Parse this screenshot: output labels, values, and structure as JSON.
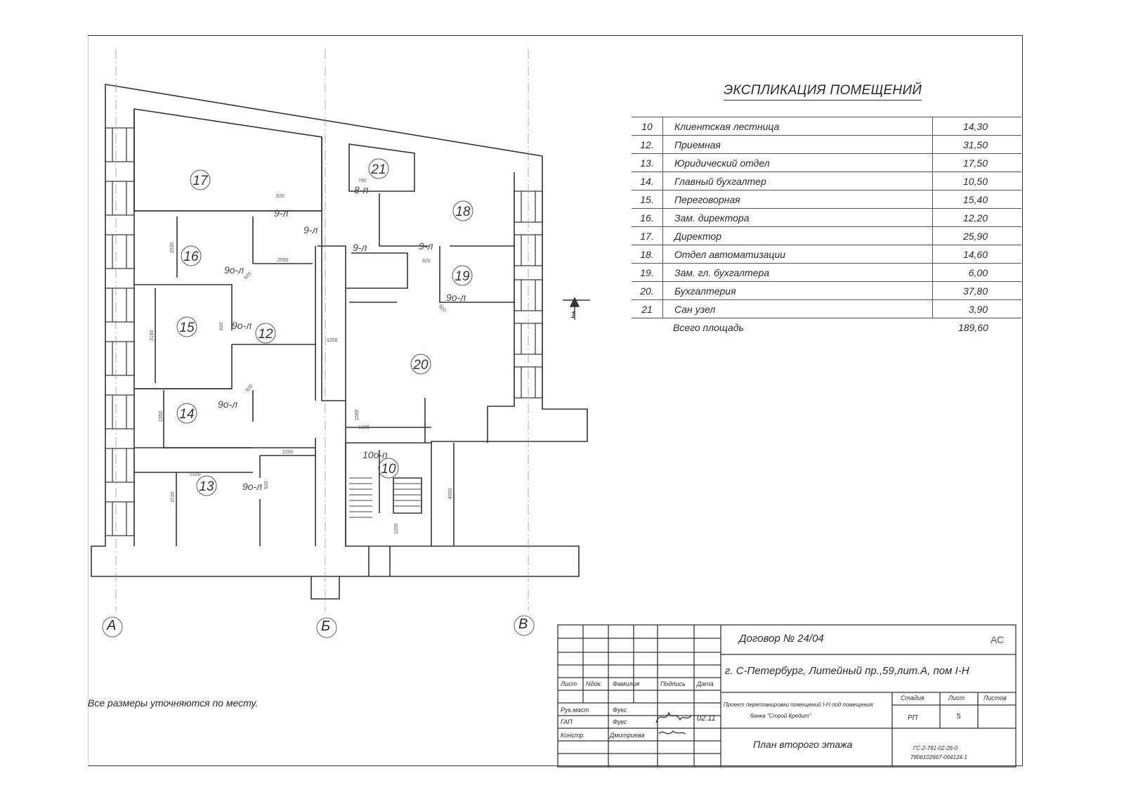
{
  "explication": {
    "title": "ЭКСПЛИКАЦИЯ ПОМЕЩЕНИЙ",
    "rows": [
      {
        "num": "10",
        "name": "Клиентская лестница",
        "area": "14,30"
      },
      {
        "num": "12.",
        "name": "Приемная",
        "area": "31,50"
      },
      {
        "num": "13.",
        "name": "Юридический отдел",
        "area": "17,50"
      },
      {
        "num": "14.",
        "name": "Главный бухгалтер",
        "area": "10,50"
      },
      {
        "num": "15.",
        "name": "Переговорная",
        "area": "15,40"
      },
      {
        "num": "16.",
        "name": "Зам. директора",
        "area": "12,20"
      },
      {
        "num": "17.",
        "name": "Директор",
        "area": "25,90"
      },
      {
        "num": "18.",
        "name": "Отдел автоматизации",
        "area": "14,60"
      },
      {
        "num": "19.",
        "name": "Зам. гл. бухгалтера",
        "area": "6,00"
      },
      {
        "num": "20.",
        "name": "Бухгалтерия",
        "area": "37,80"
      },
      {
        "num": "21",
        "name": "Сан узел",
        "area": "3,90"
      }
    ],
    "total_label": "Всего площадь",
    "total_value": "189,60"
  },
  "plan": {
    "rooms": {
      "r17": "17",
      "r16": "16",
      "r15": "15",
      "r14": "14",
      "r13": "13",
      "r12": "12",
      "r21": "21",
      "r18": "18",
      "r19": "19",
      "r20": "20",
      "r10": "10"
    },
    "doors": {
      "d1": "9-л",
      "d2": "9-л",
      "d3": "9-л",
      "d4": "9-л",
      "d5": "9о-л",
      "d6": "9о-л",
      "d7": "9о-л",
      "d8": "9о-л",
      "d9": "9о-л",
      "d10": "8-п",
      "d11": "10о-п"
    },
    "dims": {
      "m920a": "920",
      "m2530": "2530",
      "m2550": "2550",
      "m920b": "920",
      "m3160": "3160",
      "m920c": "920",
      "m1200": "1200",
      "m920d": "920",
      "m2350": "2350",
      "m2200": "2200",
      "m5100": "5100",
      "m3720": "3720",
      "m920e": "920",
      "m780": "780",
      "m920f": "920",
      "m920g": "920",
      "m1500": "1500",
      "m1300": "1300",
      "m4000": "4000",
      "m1200b": "1200"
    },
    "axes": {
      "a": "А",
      "b": "Б",
      "c": "В"
    },
    "section_mark": "1"
  },
  "note": "Все размеры уточняются по месту.",
  "title_block": {
    "contract": "Договор №   24/04",
    "code_top": "АС",
    "address": "г. С-Петербург, Литейный пр.,59,лит.А, пом I-Н",
    "col_headers": {
      "sheet": "Лист",
      "ndok": "Nдок.",
      "surname": "Фамилия",
      "signature": "Подпись",
      "date": "Дата"
    },
    "people": [
      {
        "role": "Рук.маст",
        "name": "Фукс"
      },
      {
        "role": "ГАП",
        "name": "Фукс"
      },
      {
        "role": "Констр.",
        "name": "Дмитриева"
      }
    ],
    "date_mark": "02.11",
    "project_desc_1": "Проект перепланировки помещений I-Н под помещения",
    "project_desc_2": "банка \"Строй Кредит\"",
    "stage_label": "Стадия",
    "sheet_label": "Лист",
    "sheets_label": "Листов",
    "stage_value": "РП",
    "sheet_value": "5",
    "drawing_title": "План второго этажа",
    "doc_code_1": "ГС-2-781-02-26-0",
    "doc_code_2": "7806102667-004124-1"
  }
}
